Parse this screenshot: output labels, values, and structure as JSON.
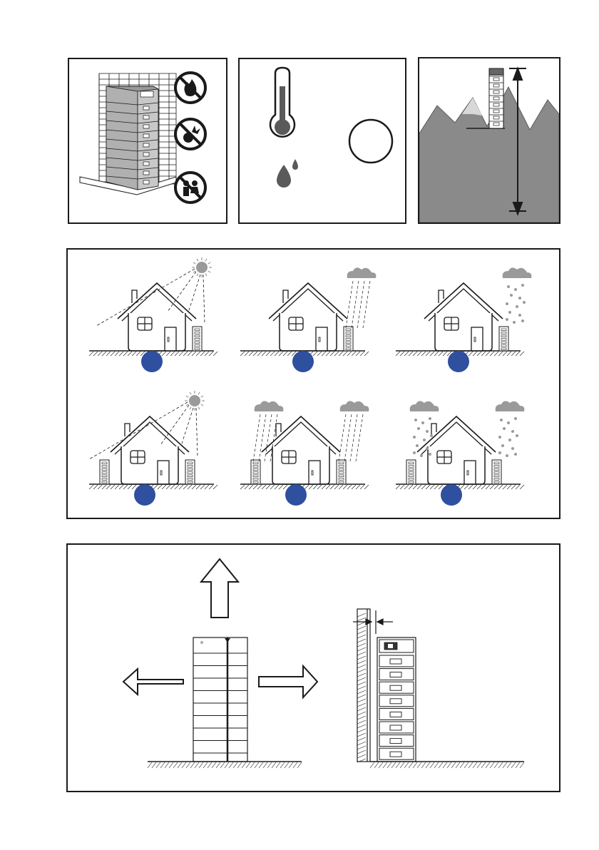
{
  "colors": {
    "line": "#1a1a1a",
    "gray": "#8a8a8a",
    "dark_gray": "#5a5a5a",
    "blue_badge": "#2f4f9f",
    "weather_gray": "#9a9a9a"
  },
  "top_panels": [
    {
      "name": "prohibited-environment",
      "icons": [
        "no-fire-icon",
        "no-explosion-icon",
        "no-children-icon"
      ]
    },
    {
      "name": "temperature-humidity",
      "icons": [
        "thermometer-icon",
        "humidity-drops-icon",
        "empty-circle"
      ]
    },
    {
      "name": "altitude-limit",
      "icons": [
        "mountain-icon",
        "battery-stack-icon",
        "height-arrow-icon"
      ]
    }
  ],
  "weather_panel": {
    "scenes": [
      {
        "weather": "sun",
        "battery_side": "right"
      },
      {
        "weather": "rain",
        "battery_side": "right"
      },
      {
        "weather": "snow",
        "battery_side": "right"
      },
      {
        "weather": "sun",
        "battery_side": "both"
      },
      {
        "weather": "rain",
        "battery_side": "both"
      },
      {
        "weather": "snow",
        "battery_side": "both"
      }
    ]
  },
  "clearance_panel": {
    "arrows": [
      "up-arrow-icon",
      "left-arrow-icon",
      "right-arrow-icon"
    ]
  }
}
